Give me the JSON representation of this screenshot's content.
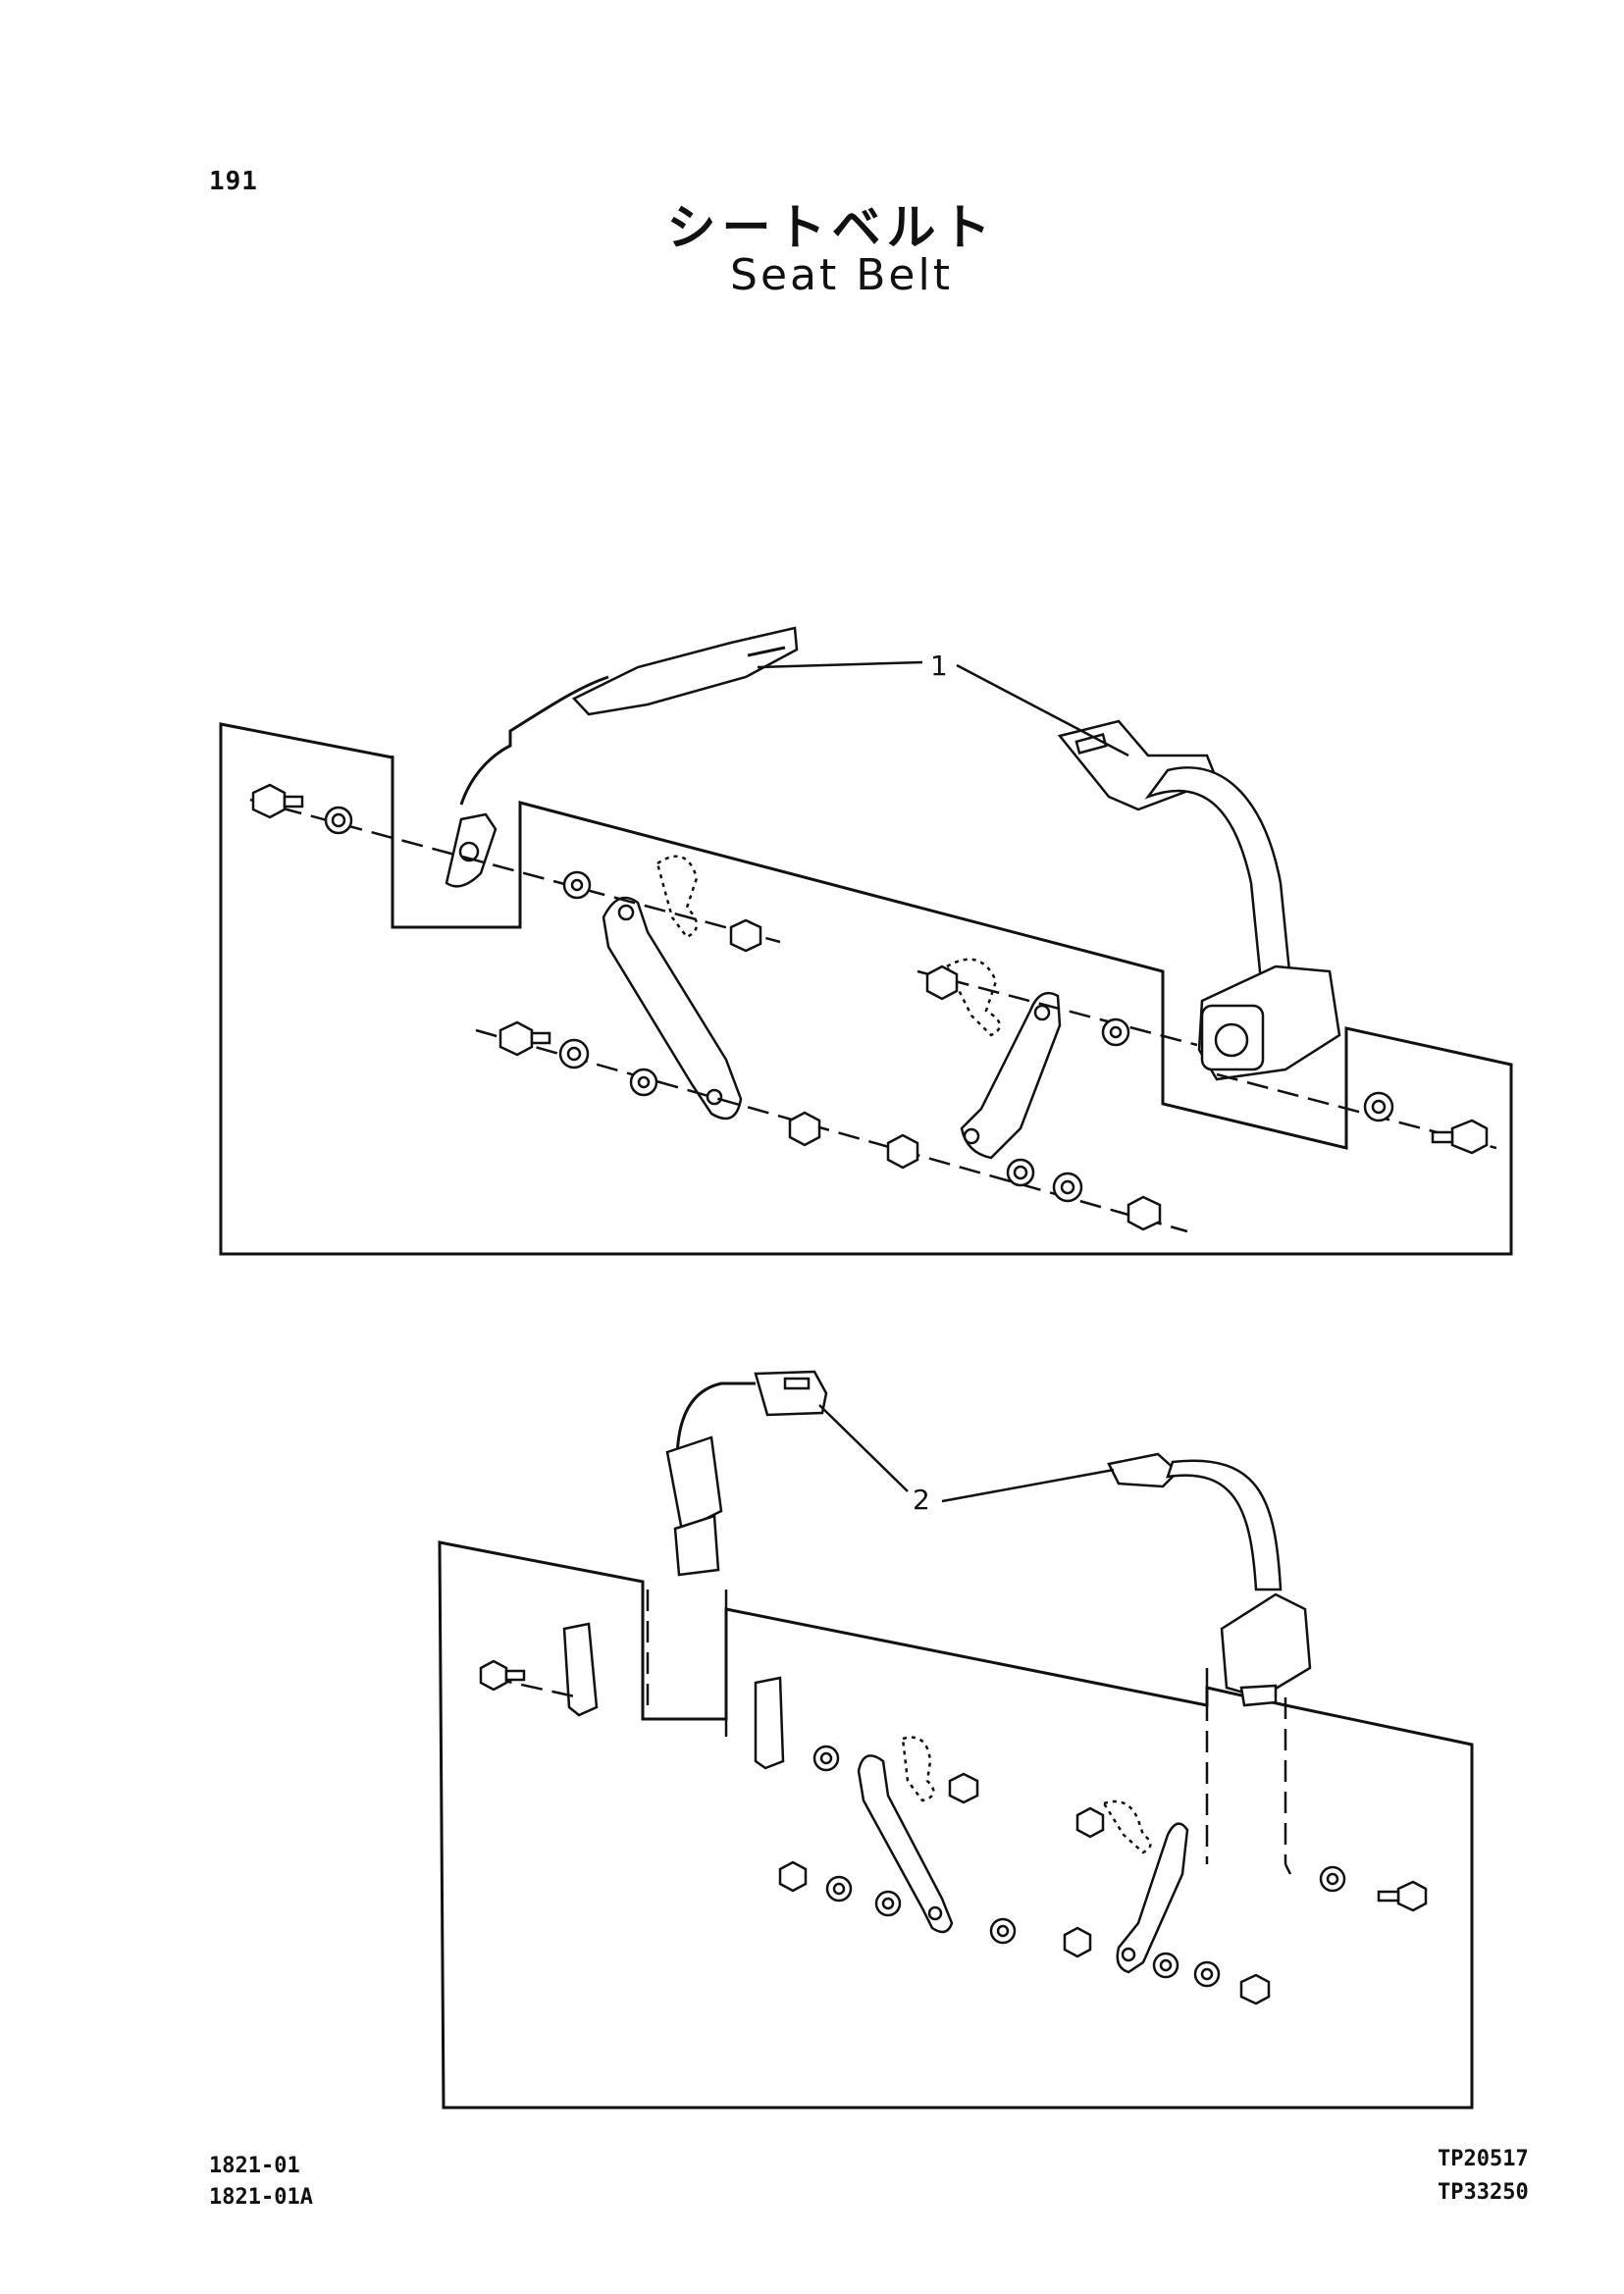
{
  "header": {
    "page_number": "191",
    "title_jp": "シートベルト",
    "title_en": "Seat Belt"
  },
  "callouts": {
    "c1": "1",
    "c2": "2"
  },
  "footer": {
    "left_codes": [
      "1821-01",
      "1821-01A"
    ],
    "right_codes": [
      "TP20517",
      "TP33250"
    ]
  }
}
